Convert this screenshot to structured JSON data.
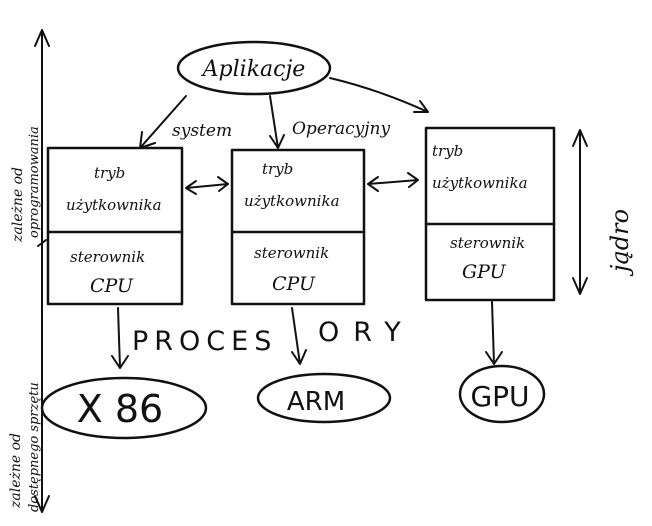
{
  "app": {
    "label": "Aplikacje"
  },
  "system_label": {
    "word1": "system",
    "word2": "Operacyjny"
  },
  "boxes": [
    {
      "top": "tryb użytkownika",
      "top_l1": "tryb",
      "top_l2": "użytkownika",
      "bottom_l1": "sterownik",
      "bottom_l2": "CPU"
    },
    {
      "top": "tryb użytkownika",
      "top_l1": "tryb",
      "top_l2": "użytkownika",
      "bottom_l1": "sterownik",
      "bottom_l2": "CPU"
    },
    {
      "top": "tryb użytkownika",
      "top_l1": "tryb",
      "top_l2": "użytkownika",
      "bottom_l1": "sterownik",
      "bottom_l2": "GPU"
    }
  ],
  "processors_label": "PROCES ORY",
  "processors_part1": "PROCES",
  "processors_part2": "ORY",
  "hardware": [
    {
      "label": "X 86"
    },
    {
      "label": "ARM"
    },
    {
      "label": "GPU"
    }
  ],
  "left_axis": {
    "upper_line1": "zależne od",
    "upper_line2": "oprogramowania",
    "lower_line1": "zależne od",
    "lower_line2": "dostępnego sprzętu"
  },
  "right_axis": {
    "label": "jądro"
  }
}
